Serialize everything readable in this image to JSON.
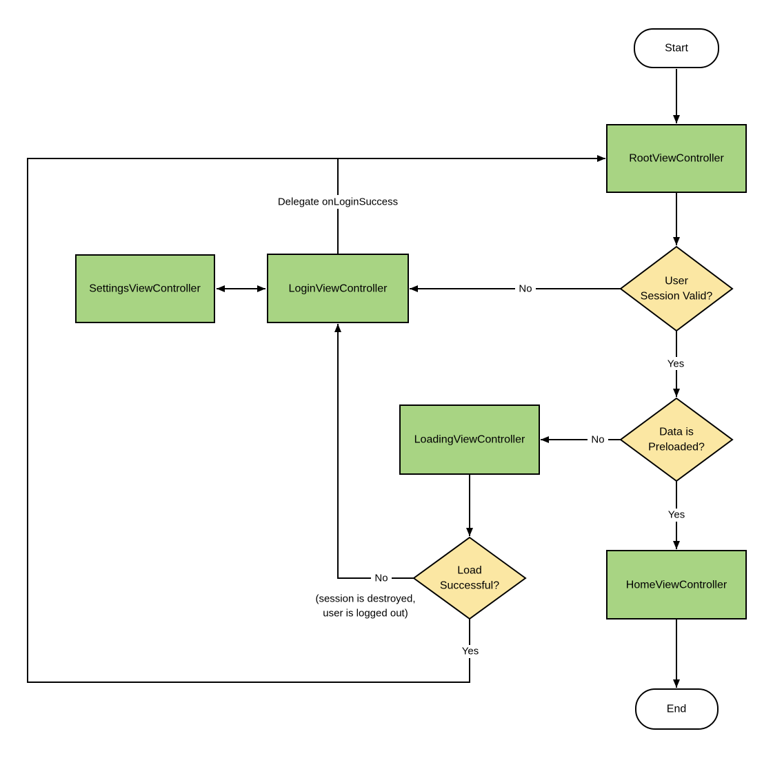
{
  "colors": {
    "process_fill": "#A8D483",
    "decision_fill": "#FBE7A3",
    "terminator_fill": "#FFFFFF",
    "line": "#000000",
    "background": "#FFFFFF"
  },
  "nodes": {
    "start": {
      "type": "terminator",
      "label": "Start"
    },
    "root": {
      "type": "process",
      "label": "RootViewController"
    },
    "session_valid": {
      "type": "decision",
      "line1": "User",
      "line2": "Session Valid?"
    },
    "settings": {
      "type": "process",
      "label": "SettingsViewController"
    },
    "login": {
      "type": "process",
      "label": "LoginViewController"
    },
    "preloaded": {
      "type": "decision",
      "line1": "Data is",
      "line2": "Preloaded?"
    },
    "loading": {
      "type": "process",
      "label": "LoadingViewController"
    },
    "load_success": {
      "type": "decision",
      "line1": "Load",
      "line2": "Successful?"
    },
    "home": {
      "type": "process",
      "label": "HomeViewController"
    },
    "end": {
      "type": "terminator",
      "label": "End"
    }
  },
  "edges": {
    "delegate_label": "Delegate onLoginSuccess",
    "session_no": "No",
    "session_yes": "Yes",
    "preloaded_no": "No",
    "preloaded_yes": "Yes",
    "load_no": "No",
    "load_yes": "Yes",
    "note_line1": "(session is destroyed,",
    "note_line2": "user is logged out)"
  }
}
